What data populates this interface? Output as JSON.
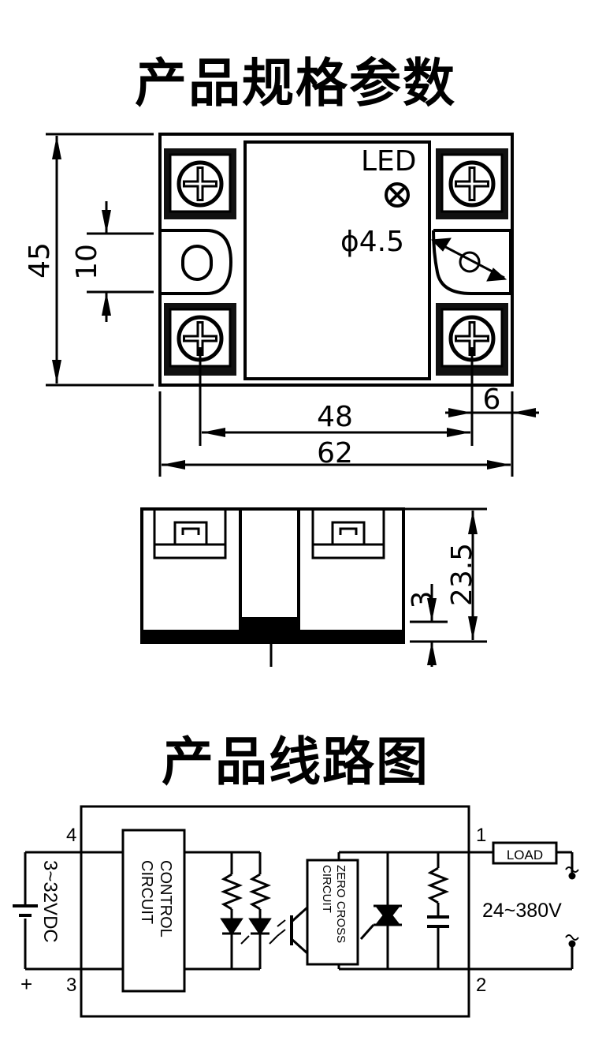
{
  "titles": {
    "spec": "产品规格参数",
    "circuit": "产品线路图"
  },
  "top_view": {
    "led_label": "LED",
    "hole_label": "ϕ4.5",
    "dims": {
      "height": "45",
      "slot": "10",
      "pitch": "48",
      "width": "62",
      "edge": "6"
    }
  },
  "side_view": {
    "dims": {
      "height": "23.5",
      "base": "3"
    }
  },
  "circuit": {
    "pin4": "4",
    "pin3": "3",
    "pin1": "1",
    "pin2": "2",
    "plus": "+",
    "input_voltage": "3~32VDC",
    "control_block_line1": "CONTROL",
    "control_block_line2": "CIRCUIT",
    "zero_cross_line1": "ZERO CROSS",
    "zero_cross_line2": "CIRCUIT",
    "load": "LOAD",
    "output_voltage": "24~380V"
  }
}
